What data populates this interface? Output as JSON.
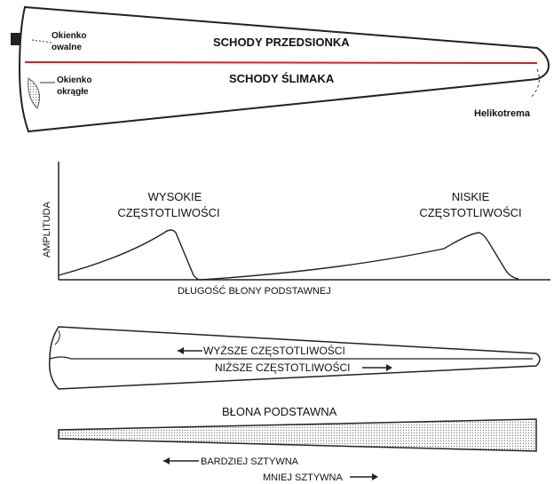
{
  "cochlea": {
    "oval_window": [
      "Okienko",
      "owalne"
    ],
    "round_window": [
      "Okienko",
      "okrągłe"
    ],
    "scala_vestibuli": "SCHODY PRZEDSIONKA",
    "scala_tympani": "SCHODY ŚLIMAKA",
    "helicotrema": "Helikotrema"
  },
  "chart_data": {
    "type": "line",
    "ylabel": "AMPLITUDA",
    "xlabel": "DŁUGOŚĆ BŁONY PODSTAWNEJ",
    "annotations": [
      [
        "WYSOKIE",
        "CZĘSTOTLIWOŚCI"
      ],
      [
        "NISKIE",
        "CZĘSTOTLIWOŚCI"
      ]
    ]
  },
  "frequency_map": {
    "higher": "WYŻSZE CZĘSTOTLIWOŚCI",
    "lower": "NIŻSZE CZĘSTOTLIWOŚCI"
  },
  "membrane": {
    "title": "BŁONA PODSTAWNA",
    "stiffer": "BARDZIEJ SZTYWNA",
    "less_stiff": "MNIEJ SZTYWNA"
  }
}
